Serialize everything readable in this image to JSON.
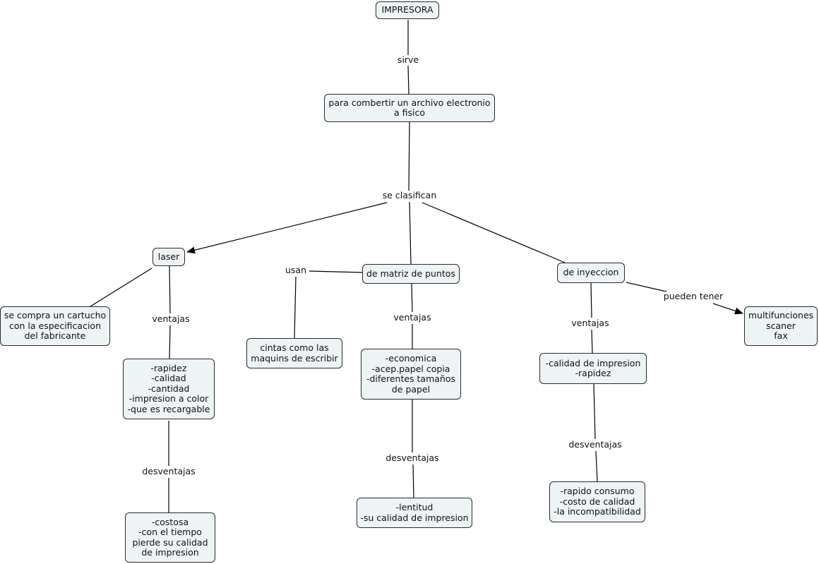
{
  "concepts": {
    "impresora": "IMPRESORA",
    "proposito": "para combertir un archivo electronio\na fisico",
    "laser": "laser",
    "matriz": "de matriz de puntos",
    "inyeccion": "de inyeccion",
    "cartucho": "se compra un cartucho\ncon la especificacion\ndel fabricante",
    "laser_ventajas": "-rapidez\n-calidad\n-cantidad\n-impresion a color\n-que es recargable",
    "laser_desventajas": "-costosa\n-con el tiempo\npierde su calidad\nde impresion",
    "cintas": "cintas como las\nmaquins de escribir",
    "matriz_ventajas": "-economica\n-acep.papel copia\n-diferentes tamaños\nde papel",
    "matriz_desventajas": "-lentitud\n-su calidad de impresion",
    "inyeccion_ventajas": "-calidad de impresion\n-rapidez",
    "inyeccion_desventajas": "-rapido consumo\n-costo de calidad\n-la incompatibilidad",
    "multifunciones": "multifunciones\nscaner\nfax"
  },
  "links": {
    "sirve": "sirve",
    "se_clasifican": "se clasifican",
    "usan": "usan",
    "ventajas_laser": "ventajas",
    "desventajas_laser": "desventajas",
    "ventajas_matriz": "ventajas",
    "desventajas_matriz": "desventajas",
    "ventajas_inyeccion": "ventajas",
    "desventajas_inyeccion": "desventajas",
    "pueden_tener": "pueden tener"
  }
}
